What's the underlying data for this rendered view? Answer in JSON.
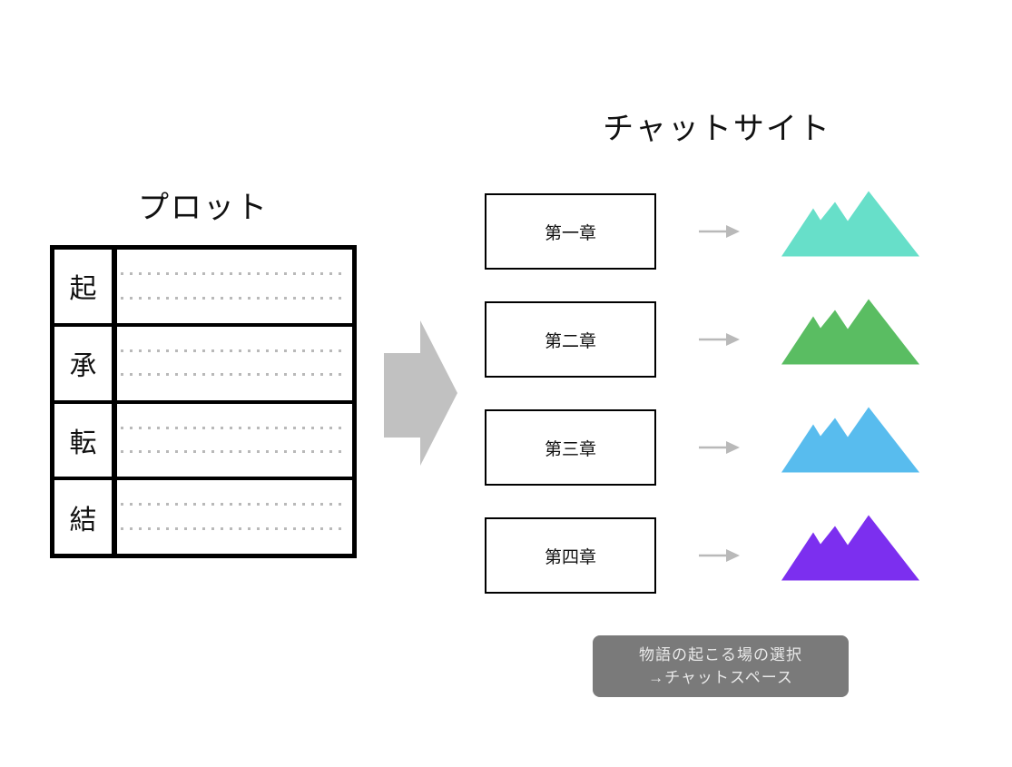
{
  "left_panel": {
    "title": "プロット",
    "table_rows": [
      {
        "label": "起"
      },
      {
        "label": "承"
      },
      {
        "label": "転"
      },
      {
        "label": "結"
      }
    ]
  },
  "transform_arrow": {
    "color": "#C1C1C1"
  },
  "right_panel": {
    "title": "チャットサイト",
    "arrow_color": "#B9B9B9",
    "chapters": [
      {
        "label": "第一章",
        "mountain_color": "#67DFC9"
      },
      {
        "label": "第二章",
        "mountain_color": "#5ABD62"
      },
      {
        "label": "第三章",
        "mountain_color": "#58BCEE"
      },
      {
        "label": "第四章",
        "mountain_color": "#7C2FEF"
      }
    ]
  },
  "callout": {
    "line1": "物語の起こる場の選択",
    "line2": "→チャットスペース",
    "bg_color": "#7A7A7A",
    "text_color": "#E9E9E9"
  }
}
